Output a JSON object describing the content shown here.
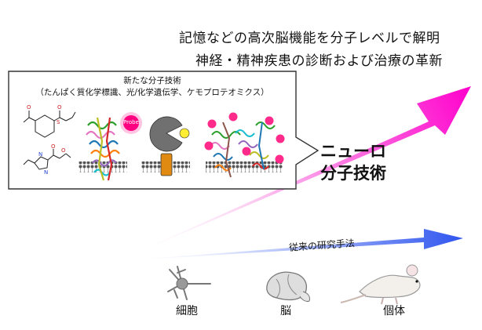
{
  "headline": {
    "line1": "記憶などの高次脳機能を分子レベルで解明",
    "line2": "神経・精神疾患の診断および治療の革新"
  },
  "neuro": {
    "line1": "ニューロ",
    "line2": "分子技術"
  },
  "traditional": {
    "label": "従来の研究手法"
  },
  "callout": {
    "title_line1": "新たな分子技術",
    "title_line2": "（たんぱく質化学標識、光/化学遺伝学、ケモプロテオミクス）",
    "probe_label": "Probe"
  },
  "levels": [
    {
      "label": "細胞",
      "icon": "neuron-icon"
    },
    {
      "label": "脳",
      "icon": "brain-icon"
    },
    {
      "label": "個体",
      "icon": "mouse-icon"
    }
  ],
  "colors": {
    "pink_arrow": "#ff00cc",
    "blue_arrow": "#3355ee",
    "probe": "#ff0080",
    "sphere": "#ff2a8a"
  }
}
